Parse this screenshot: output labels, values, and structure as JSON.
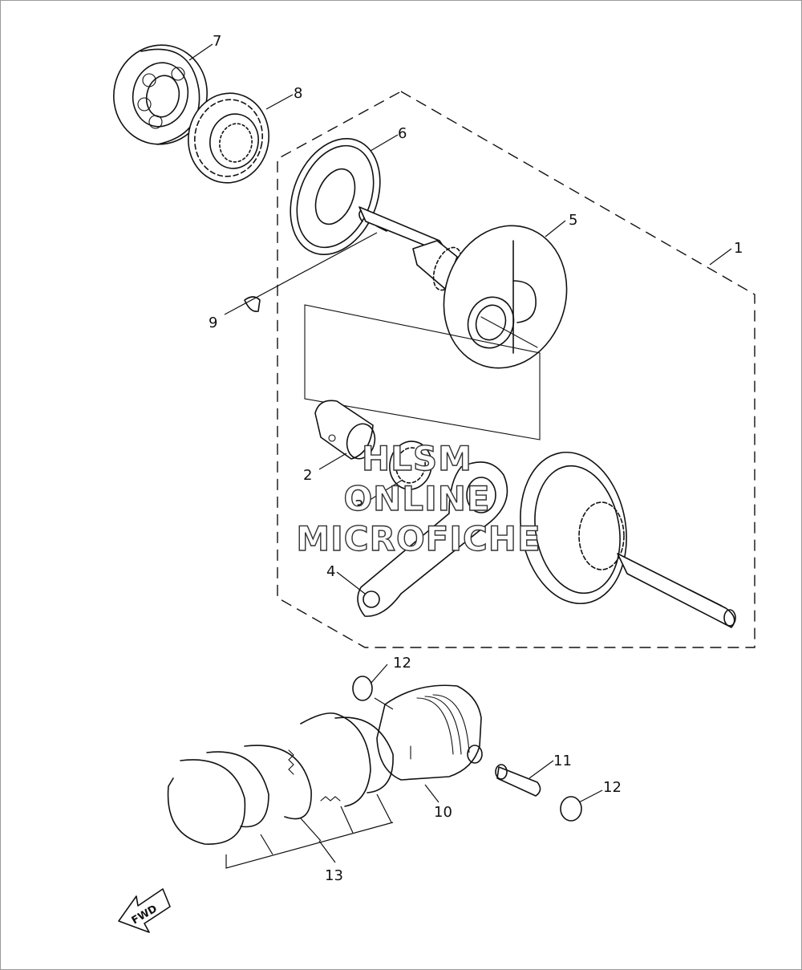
{
  "diagram": {
    "callouts": [
      "1",
      "2",
      "3",
      "4",
      "5",
      "6",
      "7",
      "8",
      "9",
      "10",
      "11",
      "12",
      "12",
      "13"
    ],
    "watermark_lines": [
      "HLSM",
      "ONLINE",
      "MICROFICHE"
    ],
    "direction_label": "FWD"
  }
}
